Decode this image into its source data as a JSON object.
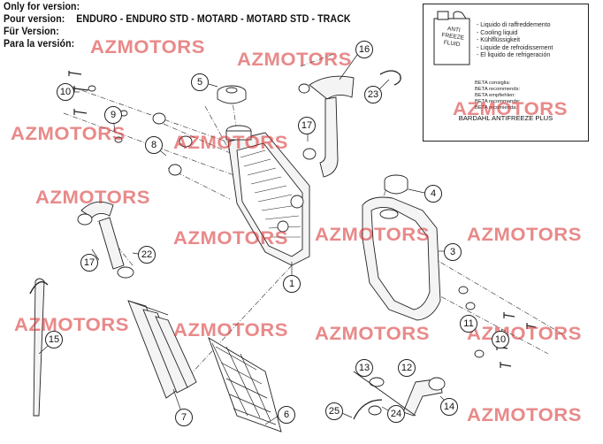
{
  "header": {
    "row1": {
      "label": "Only for version:",
      "value": ""
    },
    "row2": {
      "label": "Pour version:",
      "value": "ENDURO - ENDURO STD - MOTARD - MOTARD STD - TRACK"
    },
    "row3": {
      "label": "Für Version:",
      "value": ""
    },
    "row4": {
      "label": "Para la versión:",
      "value": ""
    }
  },
  "antifreeze_box": {
    "bottle_label": "ANTI\nFREEZE\nFLUID",
    "liquids": [
      "- Liquido di raffreddemento",
      "- Cooling liquid",
      "- Kühlflüssigkeit",
      "- Liquide de refroidissement",
      "- El liquido de refrigeración"
    ],
    "recommends": [
      "BETA consiglia:",
      "BETA recommends:",
      "BETA empfiehlen:",
      "BETA recommande:",
      "BETA recomienda:"
    ],
    "product": "BARDAHL ANTIFREEZE PLUS"
  },
  "watermark": "AZMOTORS",
  "callouts": {
    "c1": "1",
    "c3": "3",
    "c4": "4",
    "c5": "5",
    "c6": "6",
    "c7": "7",
    "c8": "8",
    "c9": "9",
    "c10a": "10",
    "c10b": "10",
    "c11": "11",
    "c12": "12",
    "c13": "13",
    "c14": "14",
    "c15": "15",
    "c16": "16",
    "c17a": "17",
    "c17b": "17",
    "c22": "22",
    "c23": "23",
    "c24": "24",
    "c25": "25"
  },
  "colors": {
    "watermark": "#d72828",
    "line": "#222222",
    "part_fill": "#f4f4f4"
  }
}
